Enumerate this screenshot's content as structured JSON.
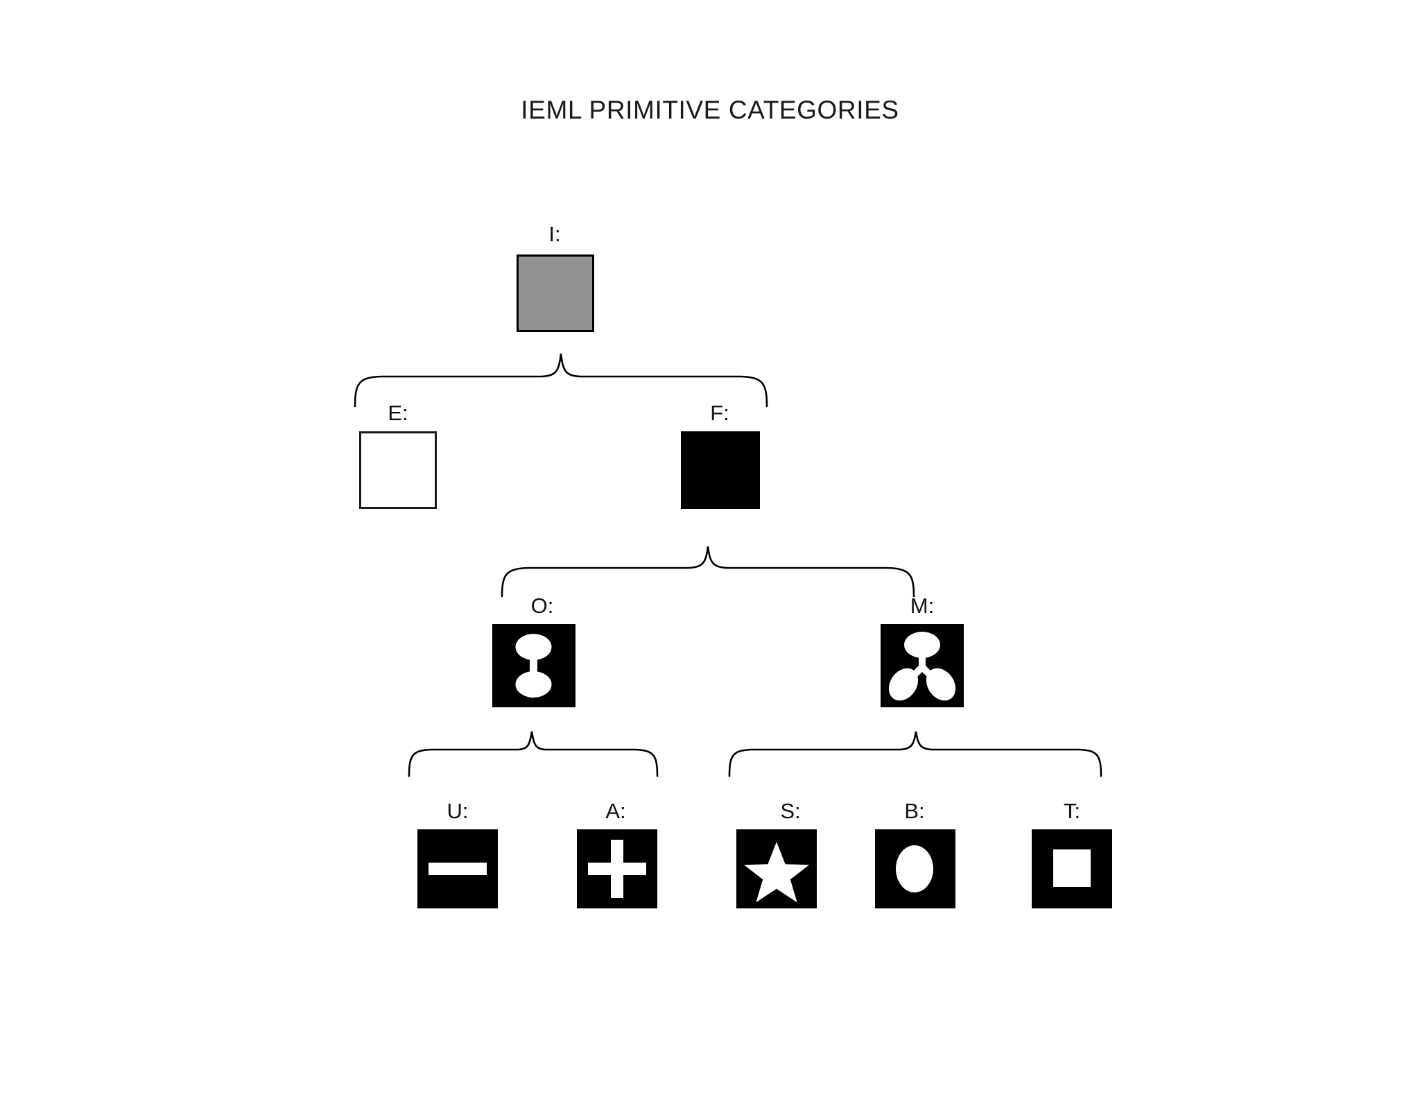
{
  "diagram": {
    "title": "IEML PRIMITIVE CATEGORIES",
    "type": "hierarchy-tree",
    "background_color": "#ffffff",
    "ink_color": "#000000",
    "levels": [
      {
        "level": 0,
        "nodes": [
          {
            "key": "I",
            "label": "I:",
            "glyph": "gray-square",
            "fill": "#919191",
            "stroke": "#000000"
          }
        ]
      },
      {
        "level": 1,
        "nodes": [
          {
            "key": "E",
            "label": "E:",
            "glyph": "empty-square",
            "fill": "#ffffff",
            "stroke": "#1a1a1a"
          },
          {
            "key": "F",
            "label": "F:",
            "glyph": "filled-square",
            "fill": "#000000",
            "stroke": "#000000"
          }
        ]
      },
      {
        "level": 2,
        "nodes": [
          {
            "key": "O",
            "label": "O:",
            "glyph": "dumbbell-two-node",
            "fill": "#000000",
            "mark": "#ffffff"
          },
          {
            "key": "M",
            "label": "M:",
            "glyph": "trident-three-node",
            "fill": "#000000",
            "mark": "#ffffff"
          }
        ]
      },
      {
        "level": 3,
        "nodes": [
          {
            "key": "U",
            "label": "U:",
            "glyph": "minus-bar",
            "fill": "#000000",
            "mark": "#ffffff"
          },
          {
            "key": "A",
            "label": "A:",
            "glyph": "plus-cross",
            "fill": "#000000",
            "mark": "#ffffff"
          },
          {
            "key": "S",
            "label": "S:",
            "glyph": "star",
            "fill": "#000000",
            "mark": "#ffffff"
          },
          {
            "key": "B",
            "label": "B:",
            "glyph": "ellipse",
            "fill": "#000000",
            "mark": "#ffffff"
          },
          {
            "key": "T",
            "label": "T:",
            "glyph": "inner-square",
            "fill": "#000000",
            "mark": "#ffffff"
          }
        ]
      }
    ],
    "edges": [
      {
        "from": "I",
        "to": [
          "E",
          "F"
        ],
        "style": "curly-brace"
      },
      {
        "from": "F",
        "to": [
          "O",
          "M"
        ],
        "style": "curly-brace"
      },
      {
        "from": "O",
        "to": [
          "U",
          "A"
        ],
        "style": "curly-brace"
      },
      {
        "from": "M",
        "to": [
          "S",
          "B",
          "T"
        ],
        "style": "curly-brace"
      }
    ]
  }
}
